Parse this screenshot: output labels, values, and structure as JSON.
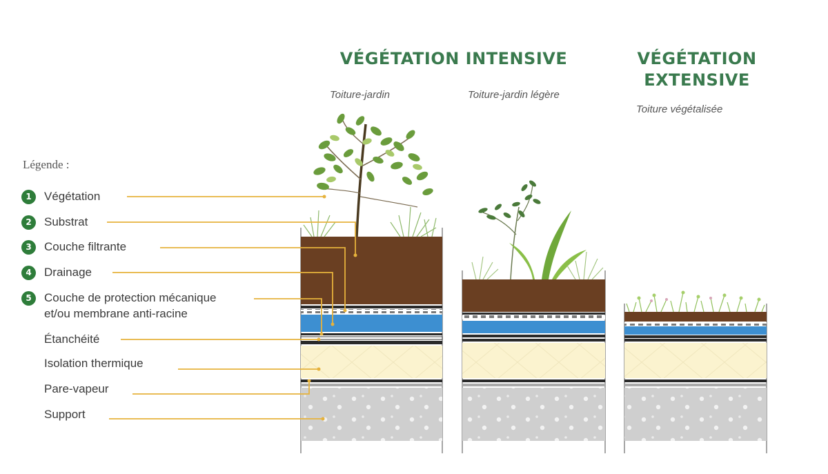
{
  "headings": {
    "intensive": "VÉGÉTATION INTENSIVE",
    "extensive_line1": "VÉGÉTATION",
    "extensive_line2": "EXTENSIVE"
  },
  "subtitles": {
    "col1": "Toiture-jardin",
    "col2": "Toiture-jardin  légère",
    "col3": "Toiture  végétalisée"
  },
  "legend": {
    "title": "Légende  :",
    "items": [
      {
        "num": "1",
        "label": "Végétation"
      },
      {
        "num": "2",
        "label": "Substrat"
      },
      {
        "num": "3",
        "label": "Couche filtrante"
      },
      {
        "num": "4",
        "label": "Drainage"
      },
      {
        "num": "5",
        "label": "Couche de protection mécanique",
        "label2": "et/ou  membrane  anti-racine"
      },
      {
        "label": "Étanchéité"
      },
      {
        "label": "Isolation thermique"
      },
      {
        "label": "Pare-vapeur"
      },
      {
        "label": "Support"
      }
    ]
  },
  "colors": {
    "heading_green": "#3a7a4e",
    "badge_green": "#2e7d3a",
    "leader_line": "#e6b23c",
    "substrate": "#6a3f22",
    "drainage": "#3d8fd1",
    "insulation": "#fbf3cf",
    "support": "#cfcfcf"
  }
}
